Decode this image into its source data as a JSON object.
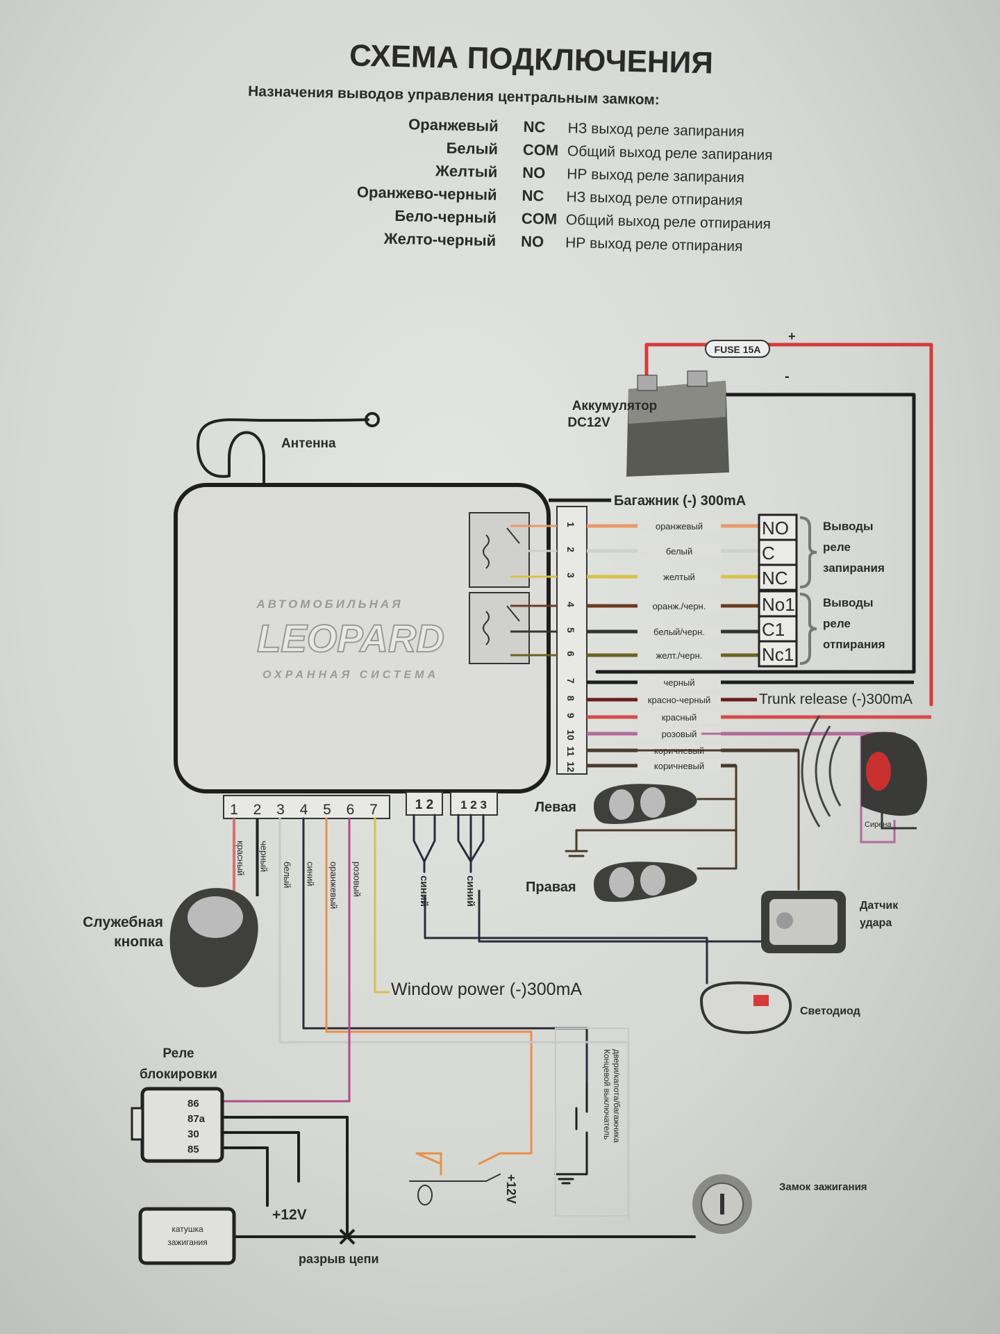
{
  "title": "СХЕМА ПОДКЛЮЧЕНИЯ",
  "subtitle": "Назначения выводов управления центральным замком:",
  "lock_pins": [
    {
      "color": "Оранжевый",
      "code": "NC",
      "desc": "НЗ выход реле запирания"
    },
    {
      "color": "Белый",
      "code": "COM",
      "desc": "Общий выход реле запирания"
    },
    {
      "color": "Желтый",
      "code": "NO",
      "desc": "НР выход реле запирания"
    },
    {
      "color": "Оранжево-черный",
      "code": "NC",
      "desc": "НЗ выход реле отпирания"
    },
    {
      "color": "Бело-черный",
      "code": "COM",
      "desc": "Общий выход реле отпирания"
    },
    {
      "color": "Желто-черный",
      "code": "NO",
      "desc": "НР выход реле отпирания"
    }
  ],
  "battery": {
    "label1": "Аккумулятор",
    "label2": "DC12V",
    "fuse": "FUSE 15A",
    "plus": "+",
    "minus": "-"
  },
  "antenna": "Антенна",
  "unit": {
    "brand_top": "АВТОМОБИЛЬНАЯ",
    "brand": "LEOPARD",
    "brand_bottom": "ОХРАННАЯ СИСТЕМА"
  },
  "trunk": "Багажник (-) 300mA",
  "connector_pins": [
    {
      "num": "1",
      "wire": "оранжевый",
      "color": "#e89a6a"
    },
    {
      "num": "2",
      "wire": "белый",
      "color": "#cfcfcf"
    },
    {
      "num": "3",
      "wire": "желтый",
      "color": "#d8c24a"
    },
    {
      "num": "4",
      "wire": "оранж./черн.",
      "color": "#6b3a22"
    },
    {
      "num": "5",
      "wire": "белый/черн.",
      "color": "#333333"
    },
    {
      "num": "6",
      "wire": "желт./черн.",
      "color": "#6a6420"
    },
    {
      "num": "7",
      "wire": "черный",
      "color": "#1e1e1e"
    },
    {
      "num": "8",
      "wire": "красно-черный",
      "color": "#6a1e1e"
    },
    {
      "num": "9",
      "wire": "красный",
      "color": "#d84a4a"
    },
    {
      "num": "10",
      "wire": "розовый",
      "color": "#b06a9a"
    },
    {
      "num": "11",
      "wire": "коричневый",
      "color": "#4a3a2a"
    },
    {
      "num": "12",
      "wire": "коричневый",
      "color": "#4a3a2a"
    }
  ],
  "lock_relay_terms": [
    "NO",
    "C",
    "NC"
  ],
  "unlock_relay_terms": [
    "No1",
    "C1",
    "Nc1"
  ],
  "lock_relay_label": [
    "Выводы",
    "реле",
    "запирания"
  ],
  "unlock_relay_label": [
    "Выводы",
    "реле",
    "отпирания"
  ],
  "trunk_release": "Trunk release (-)300mA",
  "bottom_connector": [
    {
      "num": "1",
      "wire": "красный",
      "color": "#d87070"
    },
    {
      "num": "2",
      "wire": "черный",
      "color": "#222222"
    },
    {
      "num": "3",
      "wire": "белый",
      "color": "#cccccc"
    },
    {
      "num": "4",
      "wire": "синий",
      "color": "#2a2a3a"
    },
    {
      "num": "5",
      "wire": "оранжевый",
      "color": "#e8a070"
    },
    {
      "num": "6",
      "wire": "розовый",
      "color": "#b04a8a"
    },
    {
      "num": "7",
      "wire": "",
      "color": "#d8c050"
    }
  ],
  "connector2": {
    "pins": "1 2",
    "wire": "синий"
  },
  "connector3": {
    "pins": "1 2 3",
    "wire": "синий"
  },
  "remote_left": "Левая",
  "remote_right": "Правая",
  "siren": "Сирена",
  "shock_sensor": [
    "Датчик",
    "удара"
  ],
  "led": "Светодиод",
  "service_button": [
    "Служебная",
    "кнопка"
  ],
  "window_power": "Window power (-)300mA",
  "block_relay": {
    "label": [
      "Реле",
      "блокировки"
    ],
    "pins": [
      "86",
      "87a",
      "30",
      "85"
    ]
  },
  "coil": [
    "катушка",
    "зажигания"
  ],
  "plus12": "+12V",
  "plus12_switch": "+12V",
  "break": "разрыв цепи",
  "door_switch": [
    "Концевой выключатель",
    "двери/капота/багажника"
  ],
  "ignition": "Замок зажигания"
}
